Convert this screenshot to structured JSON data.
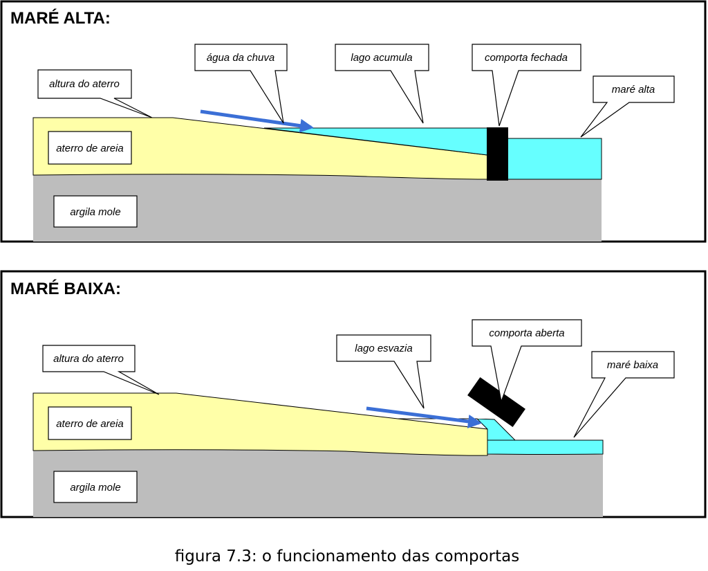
{
  "colors": {
    "sand": "#ffffa8",
    "clay": "#bdbdbd",
    "water": "#66ffff",
    "gate": "#000000",
    "arrow": "#3b6fd6"
  },
  "panels": [
    {
      "title": "MARÉ ALTA:",
      "labels": {
        "aterro_height": "altura do aterro",
        "rain": "água da chuva",
        "lake": "lago acumula",
        "gate": "comporta fechada",
        "tide": "maré alta",
        "sand": "aterro de areia",
        "clay": "argila mole"
      }
    },
    {
      "title": "MARÉ BAIXA:",
      "labels": {
        "aterro_height": "altura do aterro",
        "lake": "lago esvazia",
        "gate": "comporta aberta",
        "tide": "maré baixa",
        "sand": "aterro de areia",
        "clay": "argila mole"
      }
    }
  ],
  "caption": "figura 7.3: o funcionamento das comportas"
}
